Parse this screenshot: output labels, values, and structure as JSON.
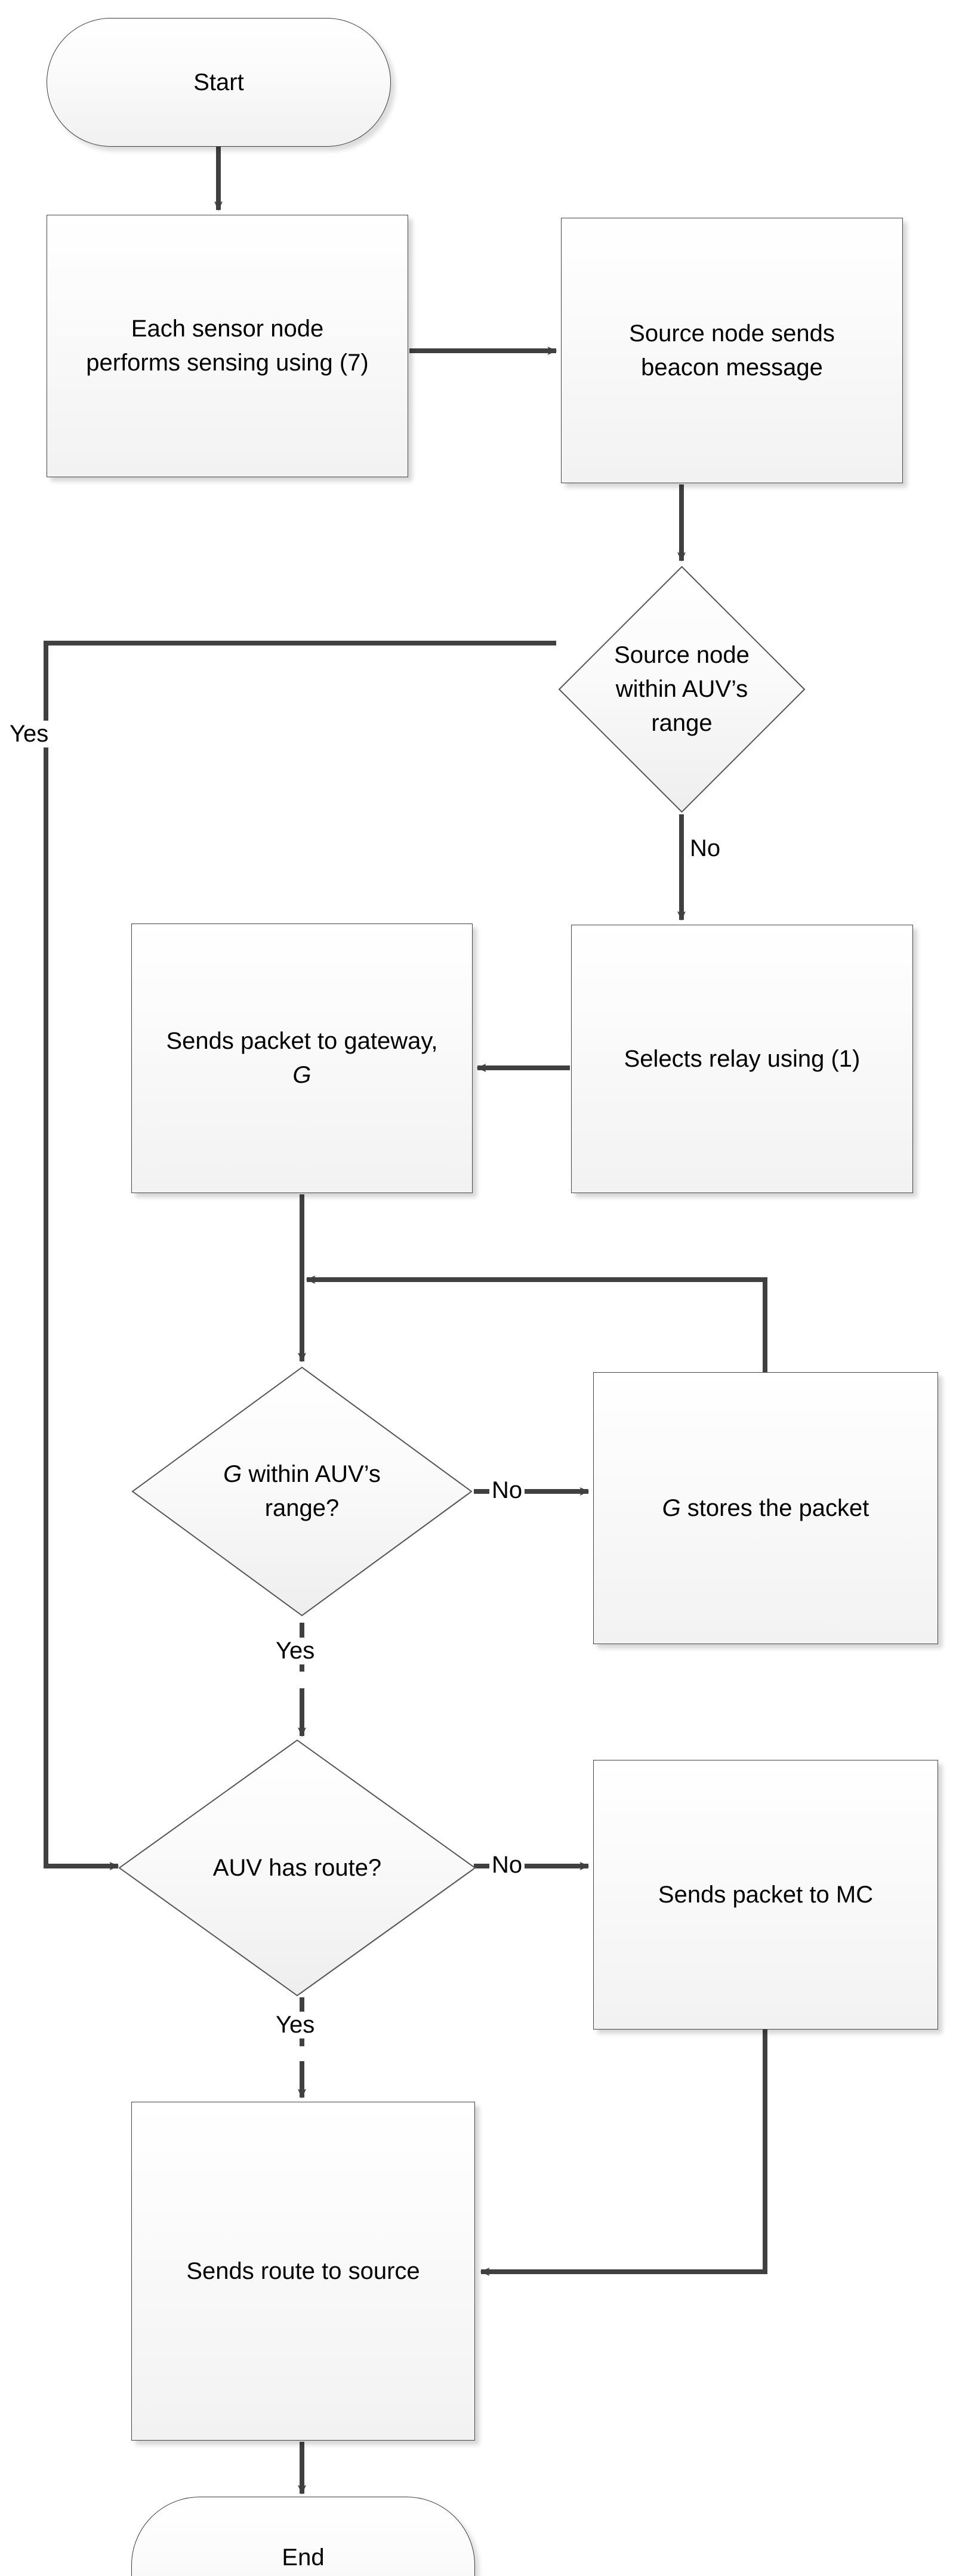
{
  "diagram": {
    "type": "flowchart",
    "title": "",
    "orientation": "top-to-bottom",
    "nodes": {
      "start": {
        "label": "Start",
        "shape": "terminator"
      },
      "sense": {
        "label": "Each sensor node performs sensing using (7)",
        "shape": "process"
      },
      "beacon": {
        "label": "Source node sends beacon message",
        "shape": "process"
      },
      "src_in_range": {
        "label": "Source node within AUV’s range",
        "shape": "decision"
      },
      "select_relay": {
        "label": "Selects relay using (1)",
        "shape": "process"
      },
      "send_gateway_pre": "Sends packet to ",
      "send_gateway_mid": "gateway, ",
      "send_gateway_var": "G",
      "g_in_range_pre": "G",
      "g_in_range_post": " within AUV’s range?",
      "g_stores_var": "G",
      "g_stores_post": " stores the packet",
      "auv_has_route": {
        "label": "AUV has route?",
        "shape": "decision"
      },
      "send_mc": {
        "label": "Sends packet to MC",
        "shape": "process"
      },
      "send_route": {
        "label": "Sends route to source",
        "shape": "process"
      },
      "end": {
        "label": "End",
        "shape": "terminator"
      }
    },
    "edge_labels": {
      "src_yes": "Yes",
      "src_no": "No",
      "g_no": "No",
      "g_yes": "Yes",
      "route_no": "No",
      "route_yes": "Yes"
    },
    "colors": {
      "node_fill": "#f5f5f5",
      "node_stroke": "#464646",
      "connector": "#404040",
      "text": "#000000",
      "background": "#ffffff"
    }
  }
}
